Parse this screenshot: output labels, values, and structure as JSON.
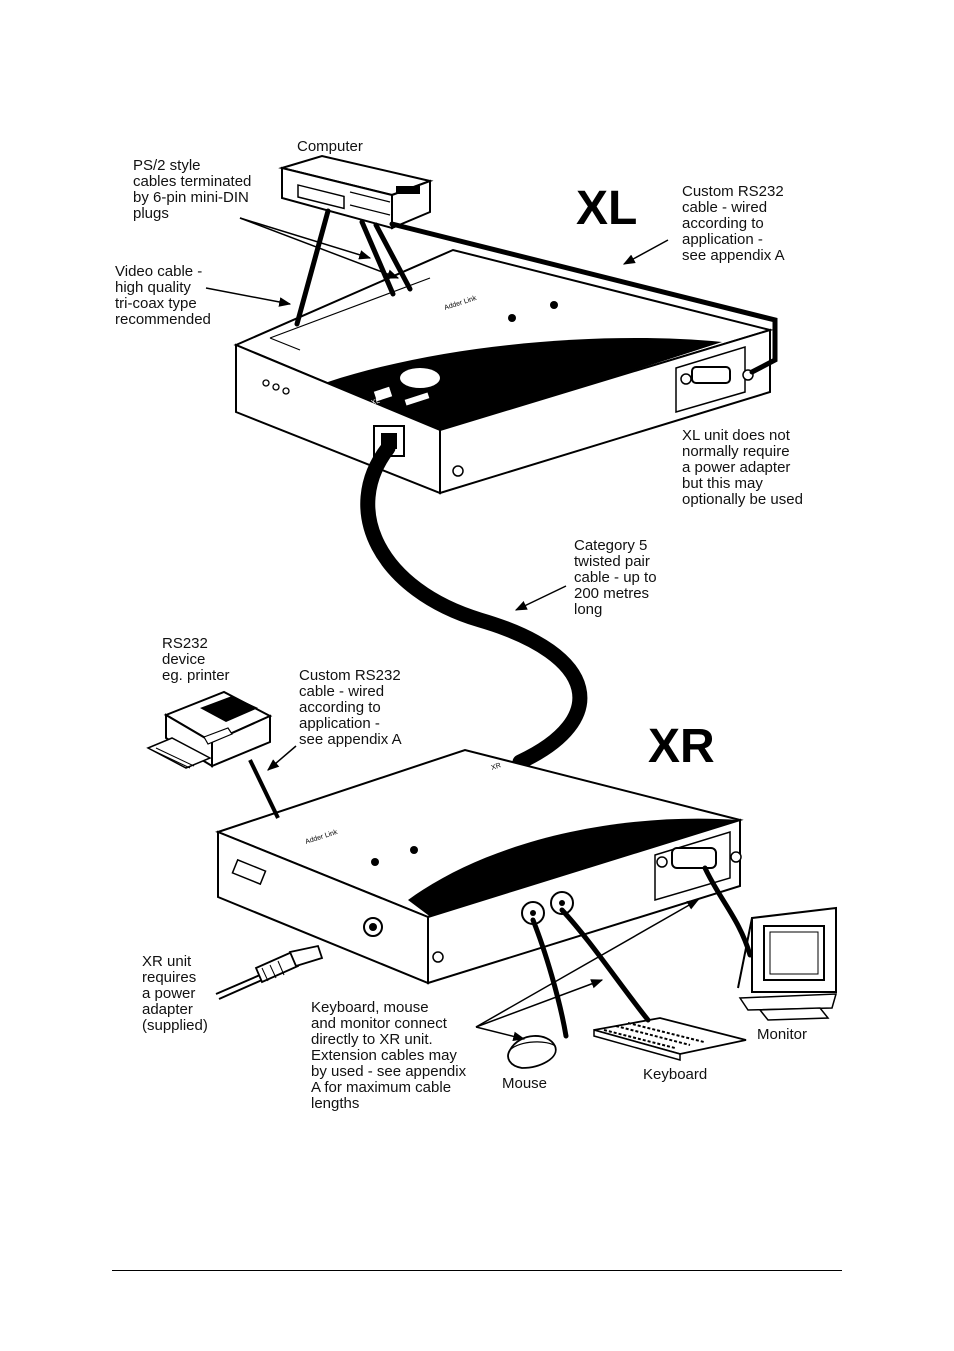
{
  "units": {
    "xl": {
      "title": "XL",
      "model_label": "XL",
      "brand_label": "Adder Link"
    },
    "xr": {
      "title": "XR",
      "model_label": "XR",
      "brand_label": "Adder Link"
    }
  },
  "devices": {
    "computer": "Computer",
    "printer": [
      "RS232",
      "device",
      "eg. printer"
    ],
    "mouse": "Mouse",
    "keyboard": "Keyboard",
    "monitor": "Monitor"
  },
  "annotations": {
    "ps2_cables": [
      "PS/2 style",
      "cables terminated",
      "by 6-pin mini-DIN",
      "plugs"
    ],
    "video_cable": [
      "Video cable -",
      "high quality",
      "tri-coax type",
      "recommended"
    ],
    "rs232_xl": [
      "Custom RS232",
      "cable - wired",
      "according to",
      "application -",
      "see appendix A"
    ],
    "xl_power": [
      "XL unit does not",
      "normally require",
      "a power adapter",
      "but this may",
      "optionally be used"
    ],
    "cat5": [
      "Category 5",
      "twisted pair",
      "cable - up to",
      "200 metres",
      "long"
    ],
    "rs232_xr": [
      "Custom RS232",
      "cable - wired",
      "according to",
      "application -",
      "see appendix A"
    ],
    "xr_power": [
      "XR unit",
      "requires",
      "a power",
      "adapter",
      "(supplied)"
    ],
    "peripherals": [
      "Keyboard, mouse",
      "and monitor connect",
      "directly to XR unit.",
      "Extension cables may",
      "by used - see appendix",
      "A for maximum cable",
      "lengths"
    ]
  },
  "colors": {
    "ink": "#000000",
    "paper": "#ffffff"
  }
}
